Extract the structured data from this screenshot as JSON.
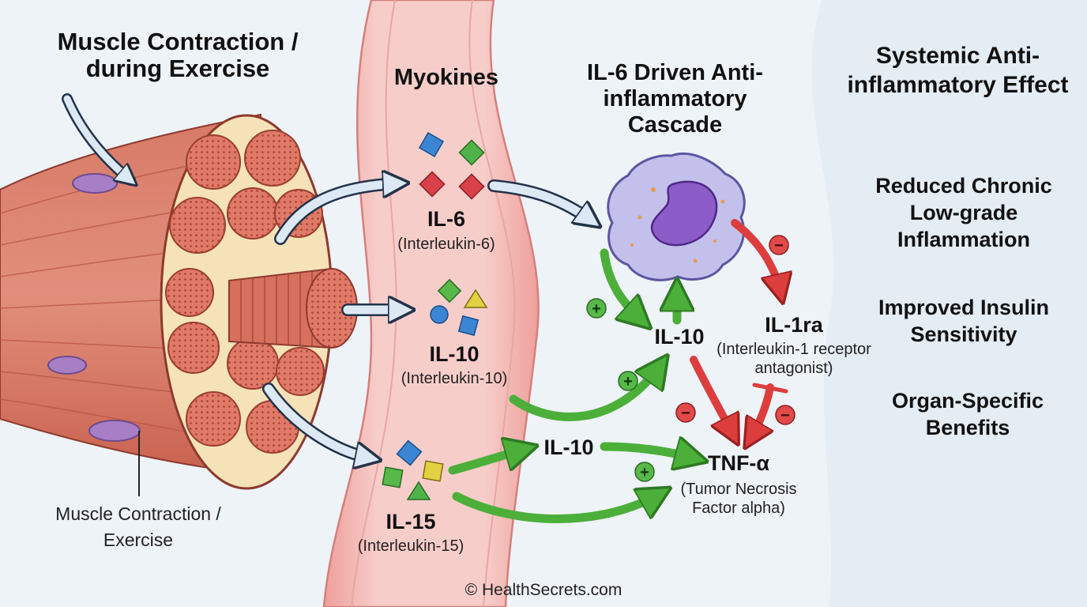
{
  "section_titles": {
    "muscle": "Muscle Contraction / during Exercise",
    "myokines": "Myokines",
    "cascade": "IL-6 Driven Anti-inflammatory Cascade",
    "systemic": "Systemic Anti-inflammatory Effect"
  },
  "muscle_caption": "Muscle Contraction / Exercise",
  "myokines": [
    {
      "name": "IL-6",
      "full": "(Interleukin-6)"
    },
    {
      "name": "IL-10",
      "full": "(Interleukin-10)"
    },
    {
      "name": "IL-15",
      "full": "(Interleukin-15)"
    }
  ],
  "cascade_nodes": {
    "il10_upper": "IL-10",
    "il10_lower": "IL-10",
    "il1ra": {
      "name": "IL-1ra",
      "full": "(Interleukin-1 receptor antagonist)"
    },
    "tnf": {
      "name": "TNF-α",
      "full": "(Tumor Necrosis Factor alpha)"
    }
  },
  "signs": {
    "plus": "+",
    "minus": "−"
  },
  "benefits": [
    "Reduced Chronic Low-grade Inflammation",
    "Improved Insulin Sensitivity",
    "Organ-Specific Benefits"
  ],
  "footer": "© HealthSecrets.com",
  "colors": {
    "activation": "#4caf3a",
    "inhibition": "#dc3d3d",
    "vessel": "#f2b7b3",
    "muscle": "#d86f5d",
    "cell": "#c4c0ec",
    "nucleus": "#8c5cc8"
  }
}
